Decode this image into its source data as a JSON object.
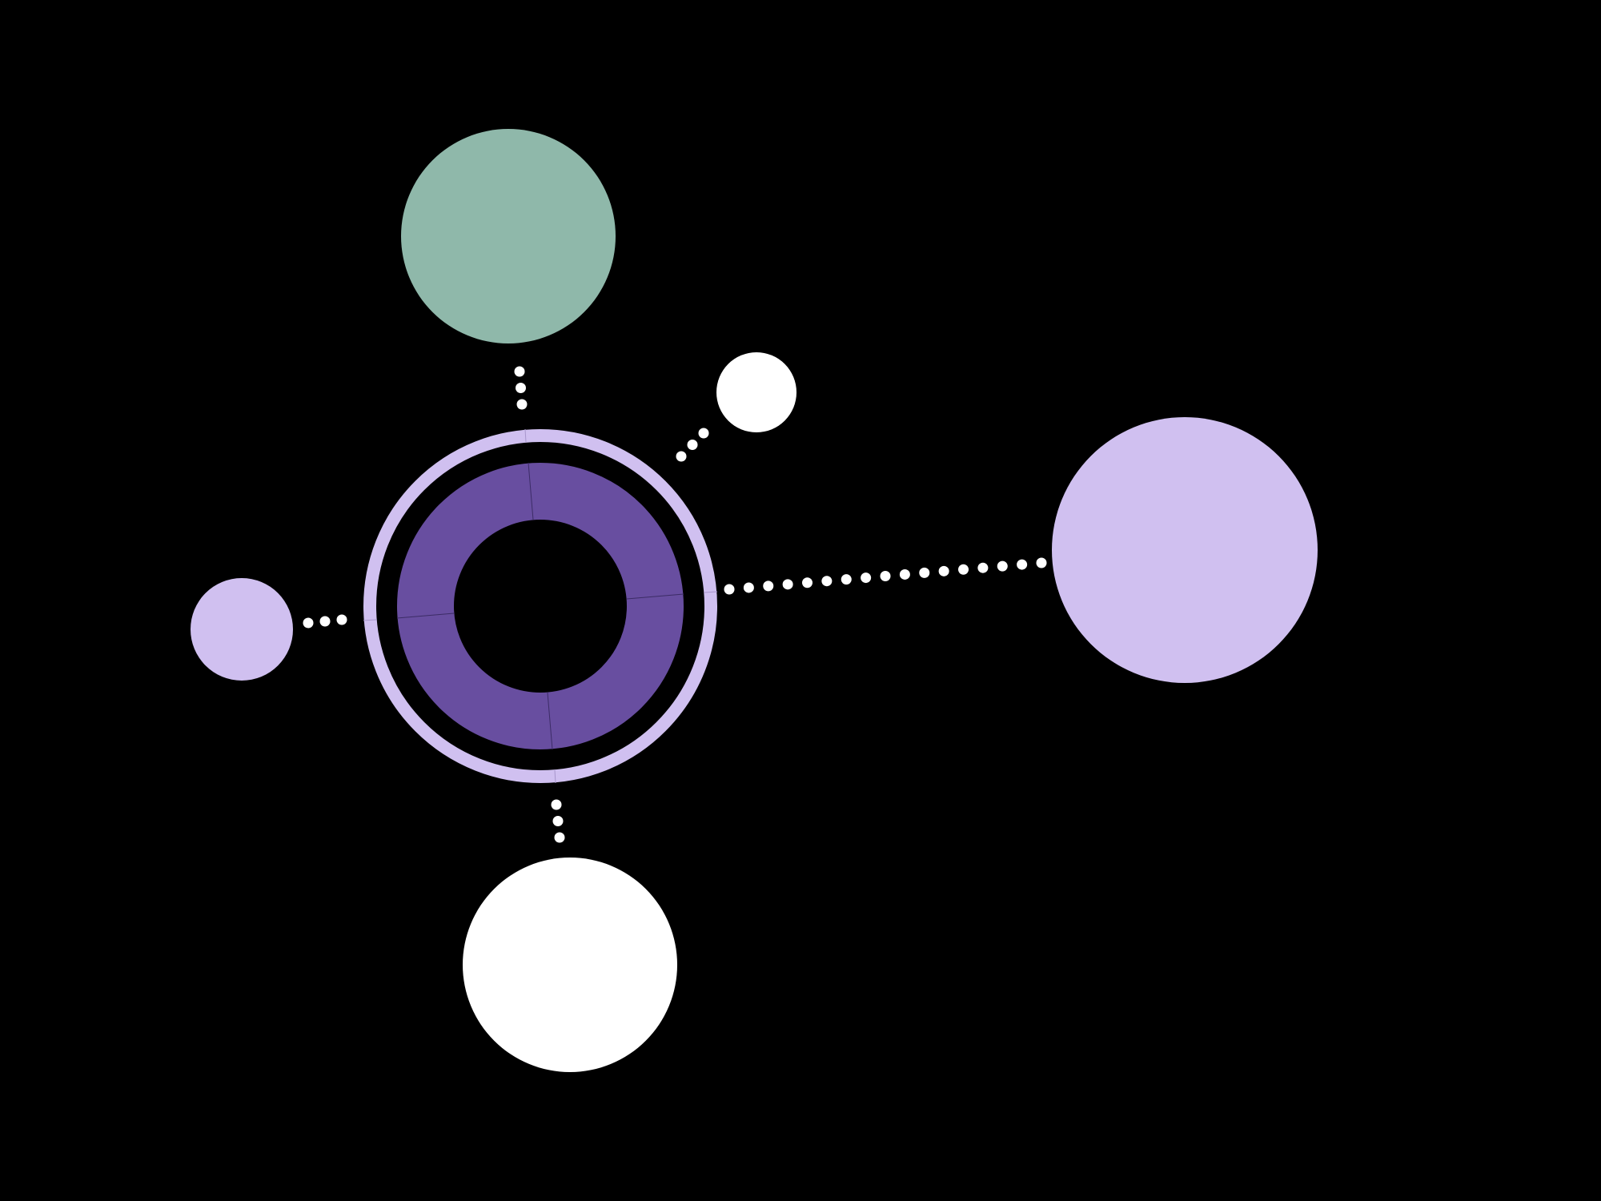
{
  "colors": {
    "background": "#000000",
    "hub_ring": "#684ea0",
    "hub_outer_ring": "#d0c0f0",
    "green_node": "#8fb8aa",
    "lavender_node": "#d0c0f0",
    "white_node": "#ffffff",
    "connector_dots": "#ffffff"
  },
  "nodes": [
    {
      "id": "green-node",
      "color_key": "green_node"
    },
    {
      "id": "small-white-node",
      "color_key": "white_node"
    },
    {
      "id": "large-lavender-node",
      "color_key": "lavender_node"
    },
    {
      "id": "small-lavender-node",
      "color_key": "lavender_node"
    },
    {
      "id": "large-white-node",
      "color_key": "white_node"
    }
  ]
}
